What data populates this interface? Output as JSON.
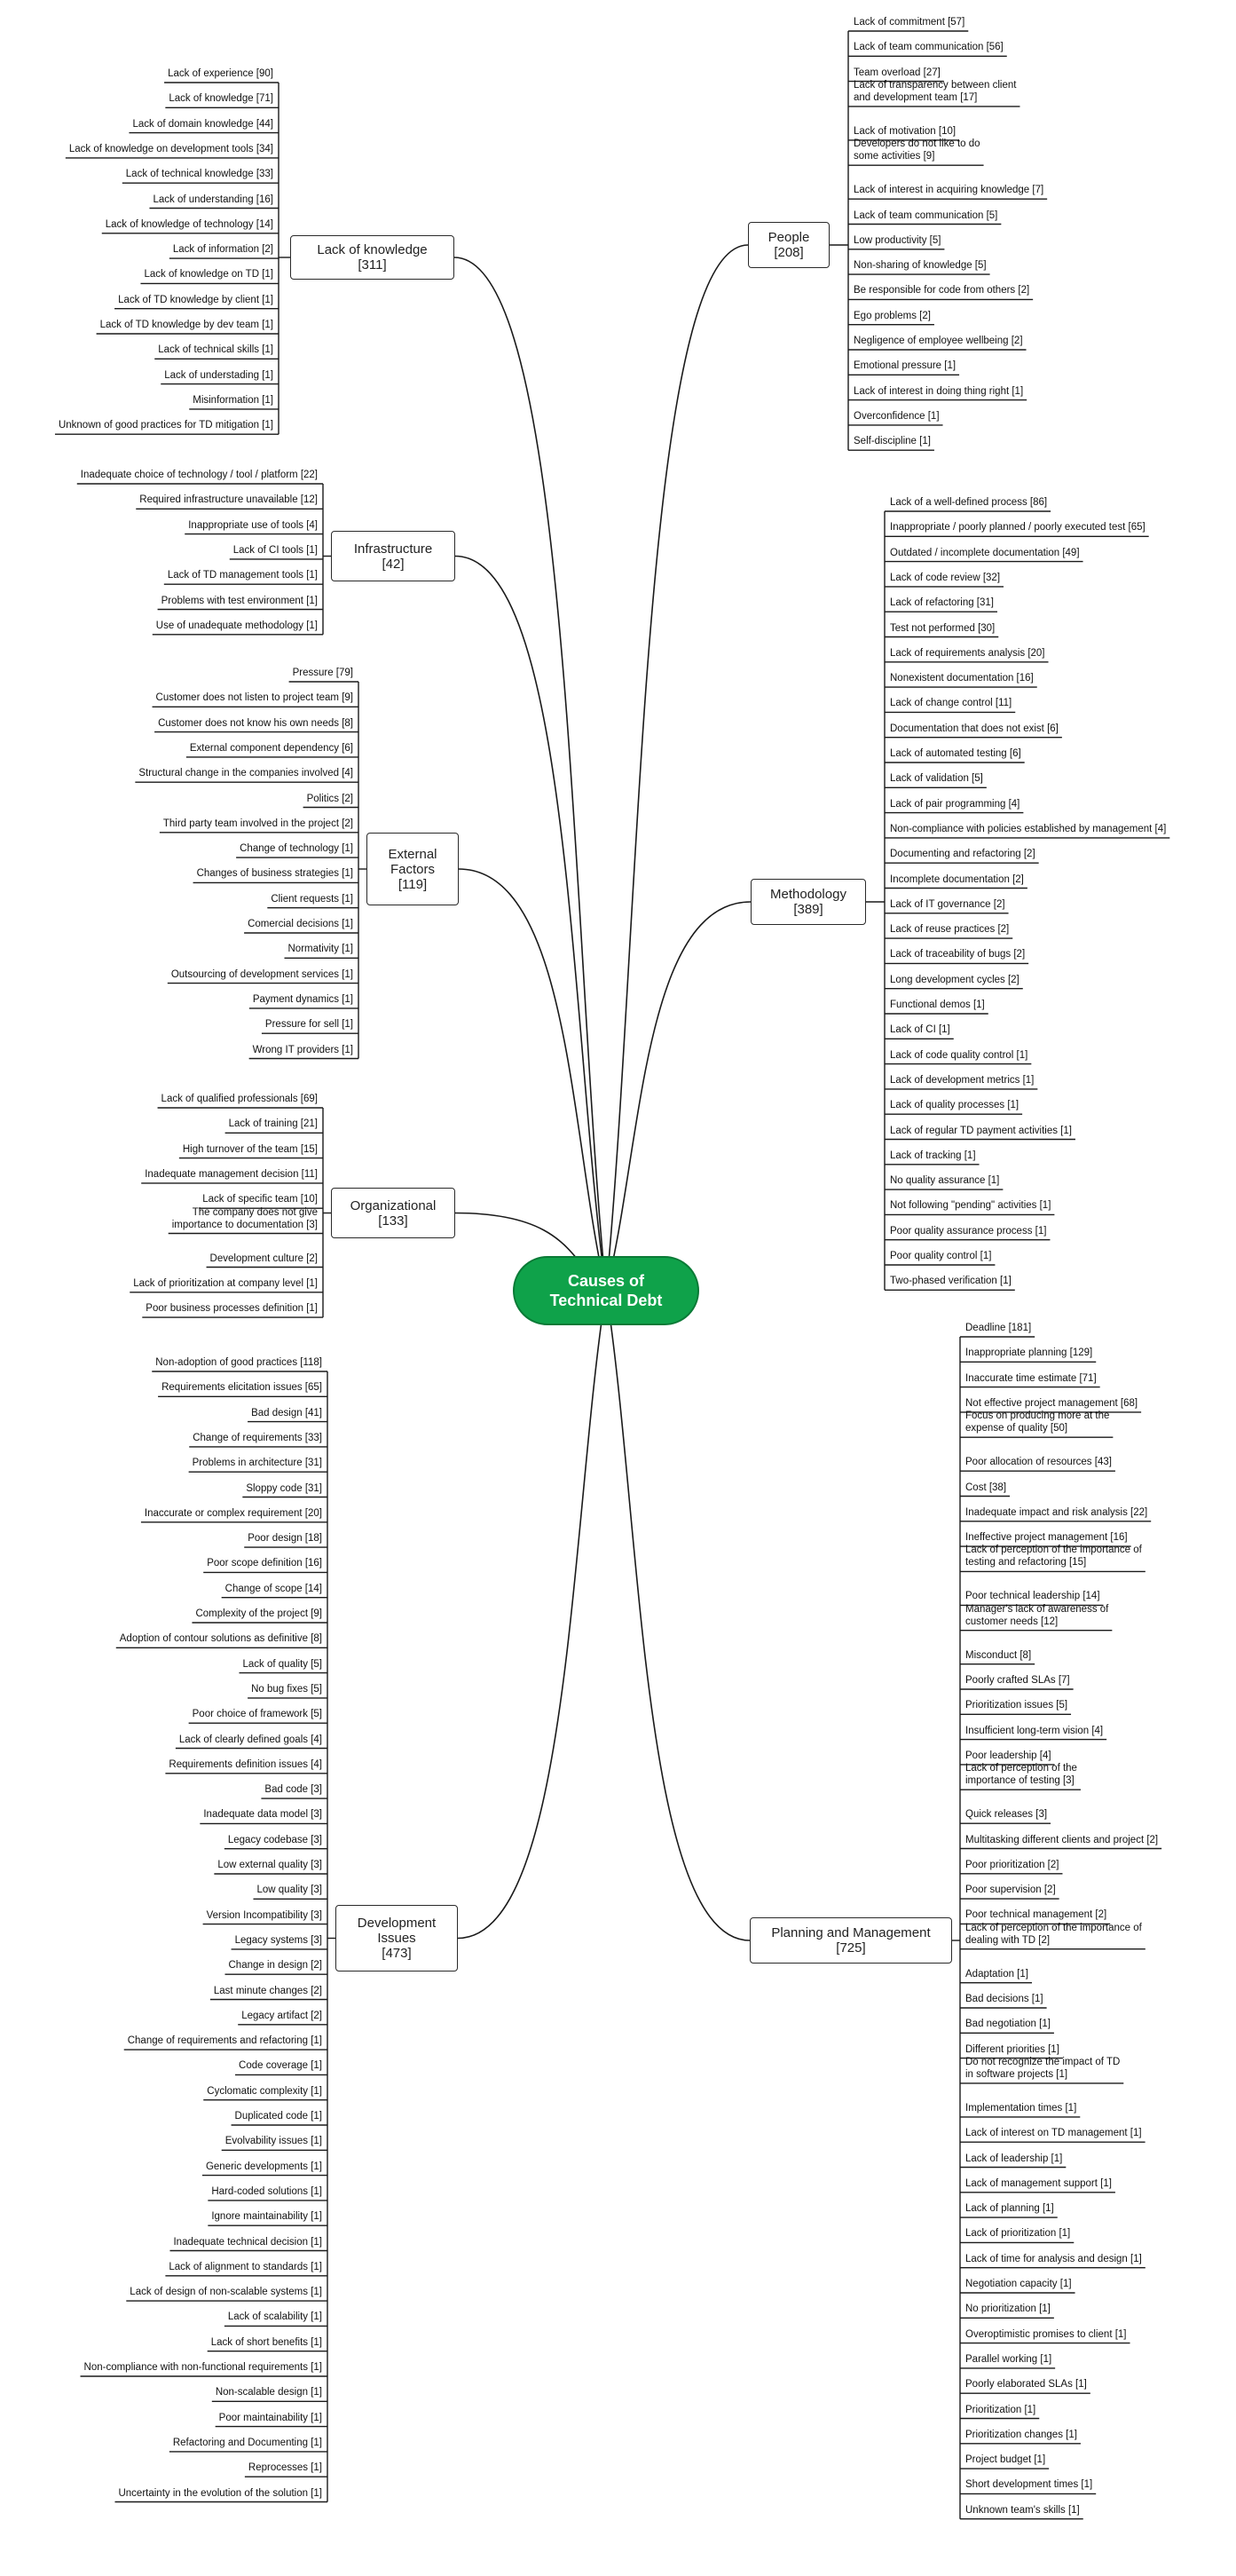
{
  "root": {
    "title": "Causes of\nTechnical Debt"
  },
  "branches": [
    {
      "id": "knowledge",
      "side": "left",
      "label": "Lack of knowledge\n[311]",
      "items": [
        "Lack of experience [90]",
        "Lack of knowledge [71]",
        "Lack of domain knowledge [44]",
        "Lack of knowledge on development tools [34]",
        "Lack of technical knowledge [33]",
        "Lack of understanding [16]",
        "Lack of knowledge of technology [14]",
        "Lack of information [2]",
        "Lack of knowledge on TD [1]",
        "Lack of TD knowledge by client [1]",
        "Lack of TD knowledge by dev team [1]",
        "Lack of technical skills [1]",
        "Lack of understading [1]",
        "Misinformation [1]",
        "Unknown of good practices for TD mitigation [1]"
      ]
    },
    {
      "id": "infrastructure",
      "side": "left",
      "label": "Infrastructure\n[42]",
      "items": [
        "Inadequate choice of technology / tool / platform [22]",
        "Required infrastructure unavailable [12]",
        "Inappropriate use of tools [4]",
        "Lack of CI tools [1]",
        "Lack of TD management tools [1]",
        "Problems with test environment [1]",
        "Use of unadequate methodology [1]"
      ]
    },
    {
      "id": "external",
      "side": "left",
      "label": "External\nFactors\n[119]",
      "items": [
        "Pressure [79]",
        "Customer does not listen to project team [9]",
        "Customer does not know his own needs [8]",
        "External component dependency [6]",
        "Structural change in the companies involved [4]",
        "Politics [2]",
        "Third party team involved in the project [2]",
        "Change of technology [1]",
        "Changes of business strategies [1]",
        "Client requests [1]",
        "Comercial decisions [1]",
        "Normativity [1]",
        "Outsourcing of development services [1]",
        "Payment dynamics [1]",
        "Pressure for sell [1]",
        "Wrong IT providers [1]"
      ]
    },
    {
      "id": "organizational",
      "side": "left",
      "label": "Organizational\n[133]",
      "items": [
        "Lack of qualified professionals [69]",
        "Lack of training [21]",
        "High turnover of the team [15]",
        "Inadequate management decision [11]",
        "Lack of specific team [10]",
        "The company does not give\nimportance to documentation [3]",
        "Development culture [2]",
        "Lack of prioritization at company level [1]",
        "Poor business processes definition [1]"
      ]
    },
    {
      "id": "development",
      "side": "left",
      "label": "Development\nIssues\n[473]",
      "items": [
        "Non-adoption of good practices [118]",
        "Requirements elicitation issues [65]",
        "Bad design [41]",
        "Change of requirements [33]",
        "Problems in architecture [31]",
        "Sloppy code [31]",
        "Inaccurate or complex requirement [20]",
        "Poor design [18]",
        "Poor scope definition [16]",
        "Change of scope [14]",
        "Complexity of the project [9]",
        "Adoption of contour solutions as definitive [8]",
        "Lack of quality [5]",
        "No bug fixes [5]",
        "Poor choice of framework [5]",
        "Lack of clearly defined goals [4]",
        "Requirements definition issues [4]",
        "Bad code [3]",
        "Inadequate data model [3]",
        "Legacy codebase [3]",
        "Low external quality [3]",
        "Low quality [3]",
        "Version Incompatibility [3]",
        "Legacy systems [3]",
        "Change in design [2]",
        "Last minute changes [2]",
        "Legacy artifact [2]",
        "Change of requirements and refactoring [1]",
        "Code coverage [1]",
        "Cyclomatic complexity [1]",
        "Duplicated code [1]",
        "Evolvability issues [1]",
        "Generic developments [1]",
        "Hard-coded solutions [1]",
        "Ignore maintainability [1]",
        "Inadequate technical decision [1]",
        "Lack of alignment to standards [1]",
        "Lack of design of non-scalable systems [1]",
        "Lack of scalability [1]",
        "Lack of short benefits [1]",
        "Non-compliance with non-functional requirements [1]",
        "Non-scalable design [1]",
        "Poor maintainability [1]",
        "Refactoring and Documenting [1]",
        "Reprocesses [1]",
        "Uncertainty in the evolution of the solution [1]"
      ]
    },
    {
      "id": "people",
      "side": "right",
      "label": "People\n[208]",
      "items": [
        "Lack of commitment [57]",
        "Lack of team communication [56]",
        "Team overload [27]",
        "Lack of transparency between client\nand development team [17]",
        "Lack of motivation [10]",
        "Developers do not like to do\nsome activities [9]",
        "Lack of interest in acquiring knowledge [7]",
        "Lack of  team communication [5]",
        "Low productivity [5]",
        "Non-sharing of knowledge [5]",
        "Be responsible for code from others [2]",
        "Ego problems [2]",
        "Negligence of employee wellbeing [2]",
        "Emotional pressure [1]",
        "Lack of interest in doing thing right [1]",
        "Overconfidence [1]",
        "Self-discipline [1]"
      ]
    },
    {
      "id": "methodology",
      "side": "right",
      "label": "Methodology\n[389]",
      "items": [
        "Lack of a well-defined process [86]",
        "Inappropriate / poorly planned / poorly executed test [65]",
        "Outdated / incomplete documentation [49]",
        "Lack of code review [32]",
        "Lack of refactoring [31]",
        "Test not performed [30]",
        "Lack of requirements analysis [20]",
        "Nonexistent documentation [16]",
        "Lack of change control [11]",
        "Documentation that does not exist [6]",
        "Lack of automated testing [6]",
        "Lack of validation [5]",
        "Lack of pair programming [4]",
        "Non-compliance with policies established by management [4]",
        "Documenting and refactoring [2]",
        "Incomplete documentation [2]",
        "Lack of IT governance [2]",
        "Lack of reuse practices [2]",
        "Lack of traceability of bugs [2]",
        "Long development cycles [2]",
        "Functional demos [1]",
        "Lack of CI [1]",
        "Lack of code quality control [1]",
        "Lack of development metrics [1]",
        "Lack of quality processes [1]",
        "Lack of regular TD payment activities [1]",
        "Lack of tracking [1]",
        "No quality assurance [1]",
        "Not following \"pending\" activities [1]",
        "Poor quality assurance process [1]",
        "Poor quality control [1]",
        "Two-phased verification [1]"
      ]
    },
    {
      "id": "planning",
      "side": "right",
      "label": "Planning and Management\n[725]",
      "items": [
        "Deadline [181]",
        "Inappropriate planning [129]",
        "Inaccurate time estimate [71]",
        "Not effective project management [68]",
        "Focus on producing more at the\nexpense of quality [50]",
        "Poor allocation of resources [43]",
        "Cost [38]",
        "Inadequate impact and risk analysis [22]",
        "Ineffective project management [16]",
        "Lack of perception of the importance of\ntesting and refactoring [15]",
        "Poor technical leadership [14]",
        "Manager's lack of awareness of\ncustomer needs [12]",
        "Misconduct [8]",
        "Poorly crafted SLAs [7]",
        "Prioritization issues [5]",
        "Insufficient long-term vision [4]",
        "Poor leadership [4]",
        "Lack of perception of the\nimportance of testing [3]",
        "Quick releases [3]",
        "Multitasking different clients and project [2]",
        "Poor prioritization [2]",
        "Poor supervision [2]",
        "Poor technical management [2]",
        "Lack of perception of the importance of\ndealing with TD [2]",
        "Adaptation [1]",
        "Bad decisions [1]",
        "Bad negotiation [1]",
        "Different priorities [1]",
        "Do not recognize the impact of TD\nin software projects [1]",
        "Implementation times [1]",
        "Lack of interest on TD management [1]",
        "Lack of leadership [1]",
        "Lack of management support [1]",
        "Lack of planning [1]",
        "Lack of prioritization [1]",
        "Lack of time for analysis and design [1]",
        "Negotiation capacity [1]",
        "No prioritization [1]",
        "Overoptimistic promises to client [1]",
        "Parallel working [1]",
        "Poorly elaborated SLAs [1]",
        "Prioritization [1]",
        "Prioritization changes [1]",
        "Project budget [1]",
        "Short development times [1]",
        "Unknown team's skills [1]"
      ]
    }
  ]
}
